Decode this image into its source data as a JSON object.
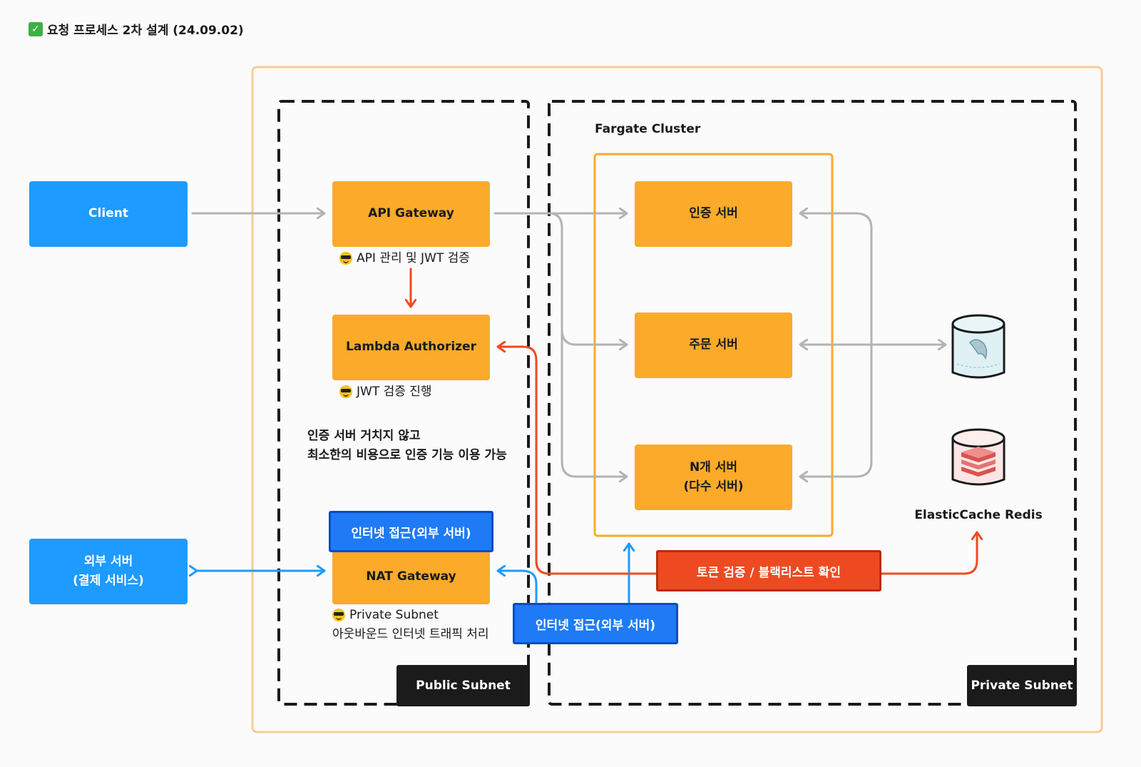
{
  "header": {
    "title": "요청 프로세스 2차 설계 (24.09.02)",
    "check_icon": "check-mark-icon"
  },
  "colors": {
    "blue": "#1e9bff",
    "orange": "#fbaa2a",
    "red": "#ee4a22",
    "gray_arrow": "#b3b3b3",
    "vpc_border": "#f8cc95"
  },
  "nodes": {
    "client": "Client",
    "external_server": "외부 서버\n(결제 서비스)",
    "api_gateway": "API Gateway",
    "lambda_authorizer": "Lambda Authorizer",
    "nat_gateway": "NAT Gateway",
    "auth_server": "인증 서버",
    "order_server": "주문 서버",
    "n_servers": "N개 서버\n(다수 서버)",
    "redis": "ElasticCache Redis"
  },
  "captions": {
    "api_gateway": "API 관리 및 JWT 검증",
    "lambda": "JWT 검증 진행",
    "nat_line1": "Private Subnet",
    "nat_line2": "아웃바운드 인터넷 트래픽 처리"
  },
  "note": {
    "line1": "인증 서버 거치지 않고",
    "line2": "최소한의 비용으로 인증 기능 이용 가능"
  },
  "labels": {
    "fargate_cluster": "Fargate Cluster",
    "internet_access_top": "인터넷 접근(외부 서버)",
    "internet_access_bottom": "인터넷 접근(외부 서버)",
    "token_check": "토큰 검증 / 블랙리스트 확인",
    "public_subnet": "Public Subnet",
    "private_subnet": "Private Subnet"
  },
  "icons": {
    "caption_icon": "sunglasses-emoji-icon",
    "database": "mysql-database-icon",
    "cache": "redis-icon"
  }
}
